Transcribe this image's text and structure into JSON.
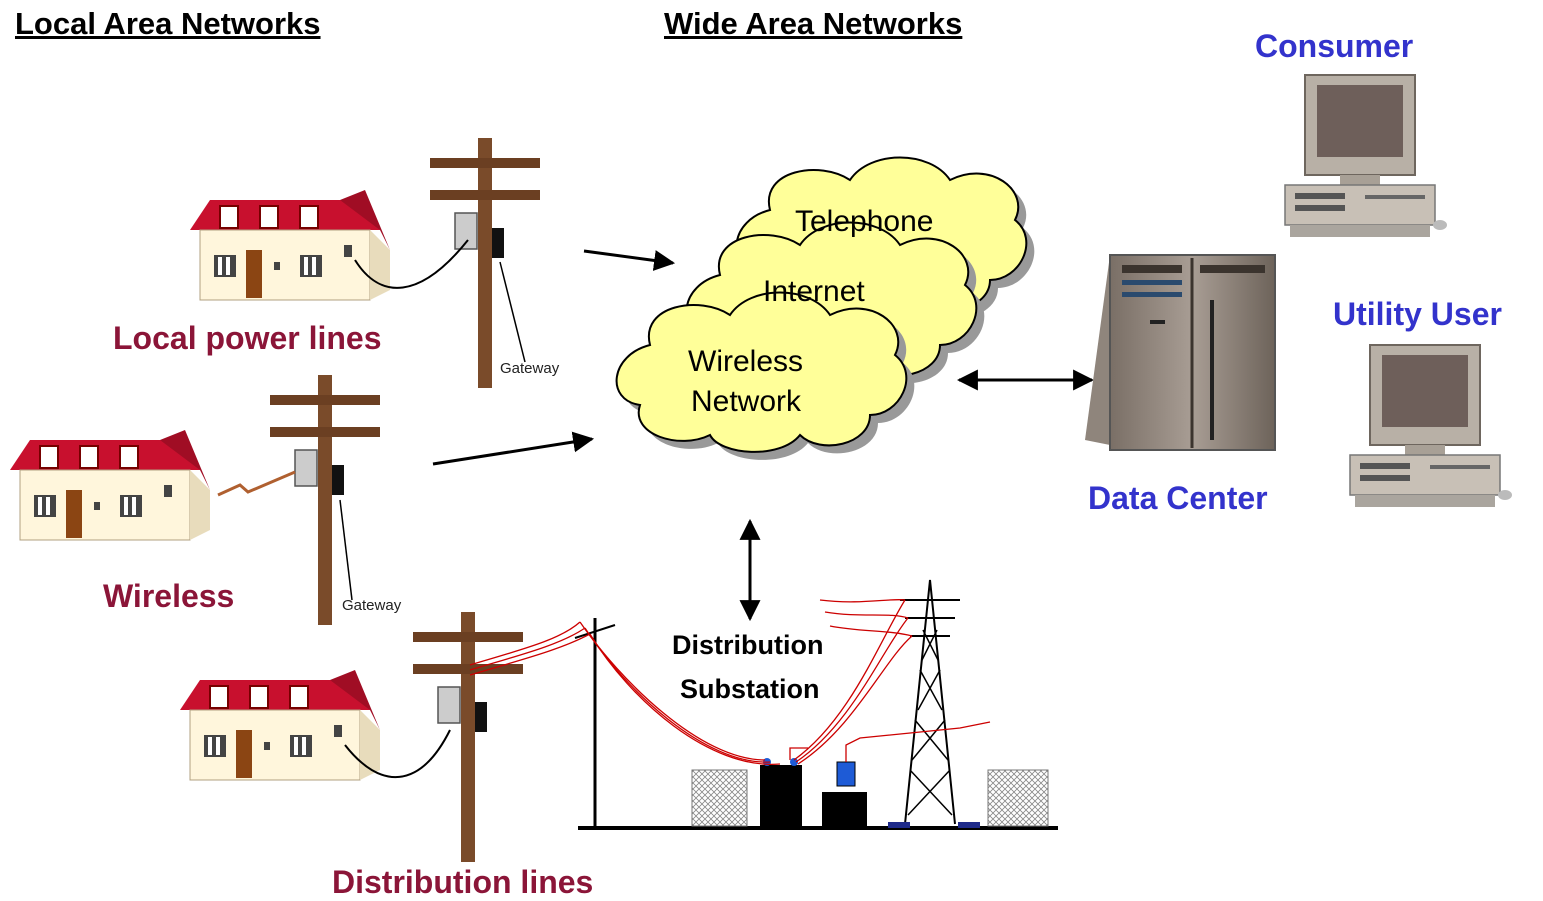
{
  "headers": {
    "lan": "Local Area Networks",
    "wan": "Wide Area Networks"
  },
  "labels": {
    "local_power_lines": "Local power lines",
    "wireless": "Wireless",
    "distribution_lines": "Distribution lines",
    "consumer": "Consumer",
    "utility_user": "Utility User",
    "data_center": "Data Center"
  },
  "clouds": {
    "telephone": "Telephone",
    "internet": "Internet",
    "wireless_line1": "Wireless",
    "wireless_line2": "Network"
  },
  "substation": {
    "line1": "Distribution",
    "line2": "Substation"
  },
  "gateway_label": "Gateway",
  "colors": {
    "red_label": "#8b1538",
    "blue_label": "#3333cc",
    "cloud_fill": "#ffff99",
    "roof": "#c8102e",
    "wall": "#fff6dc",
    "pole": "#7a4b2a",
    "power_line": "#cc0000"
  }
}
